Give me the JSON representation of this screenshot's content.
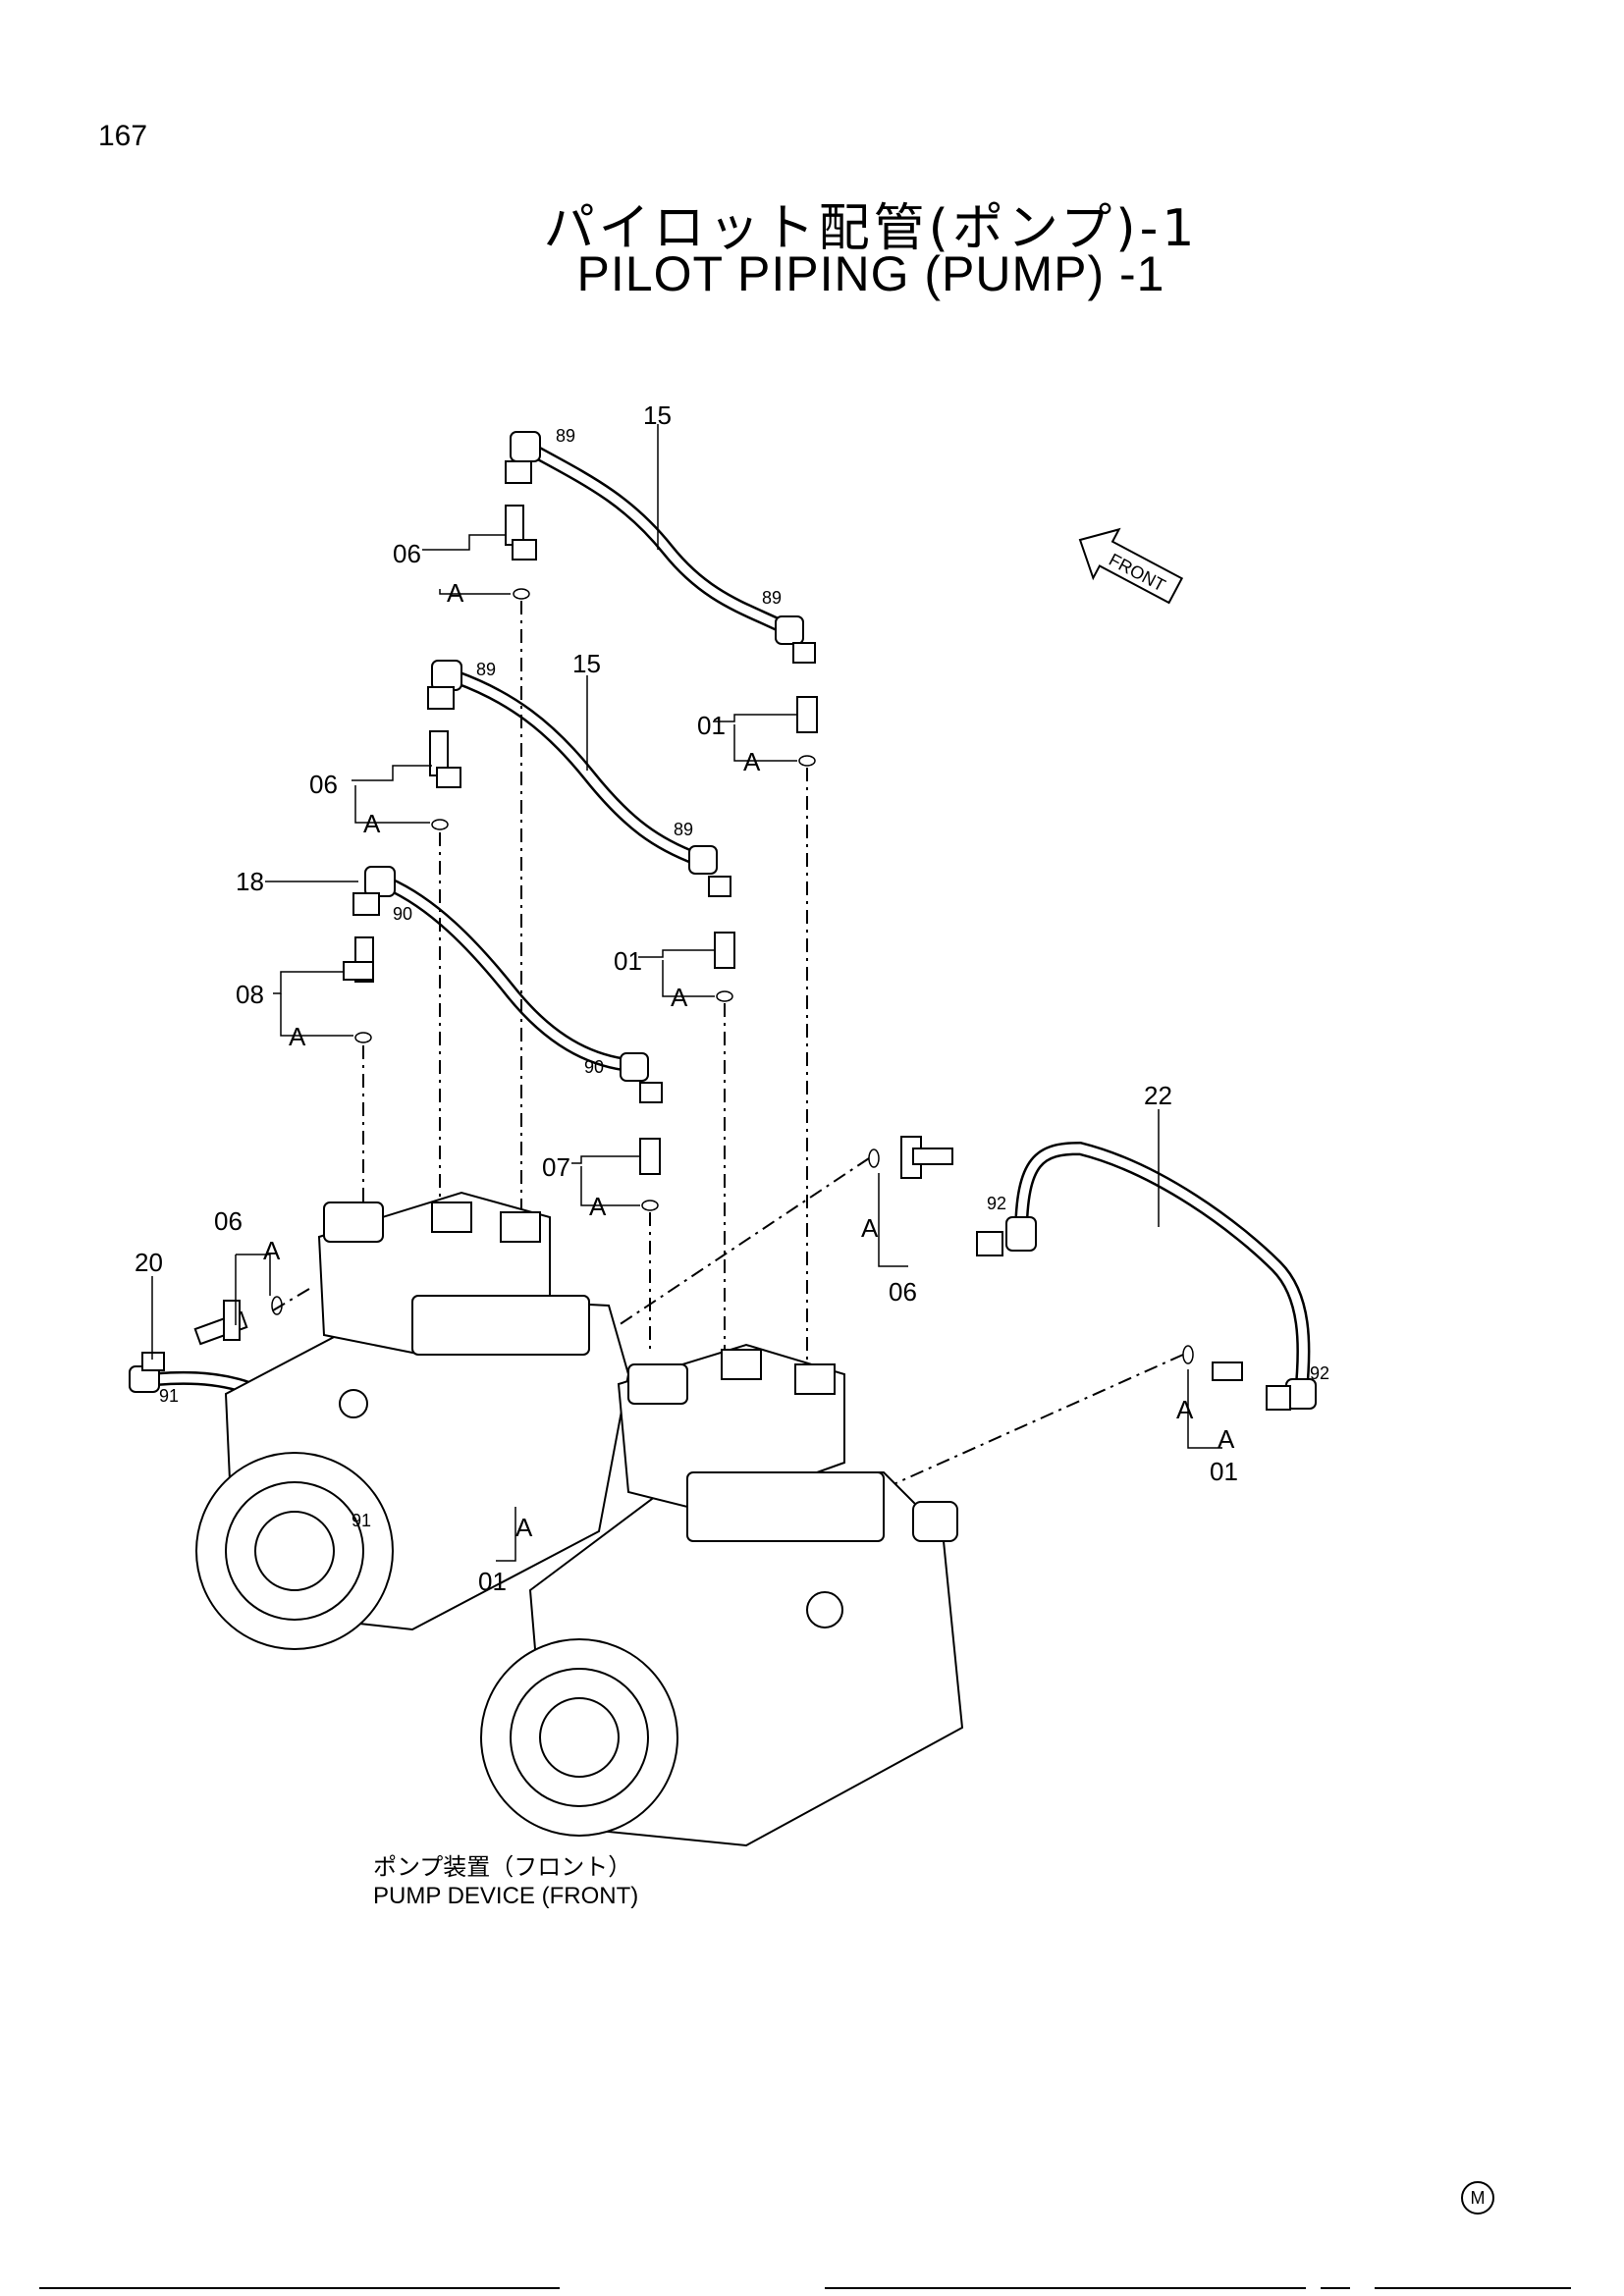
{
  "page": {
    "number": "167"
  },
  "title": {
    "jp": "パイロット配管(ポンプ)-1",
    "en": "PILOT   PIPING (PUMP) -1"
  },
  "caption": {
    "jp": "ポンプ装置（フロント）",
    "en": "PUMP  DEVICE (FRONT)"
  },
  "front_arrow": "FRONT",
  "mark": "M",
  "callouts": {
    "c15a": "15",
    "c15b": "15",
    "c22": "22",
    "c18": "18",
    "c20": "20",
    "c06a": "06",
    "c06b": "06",
    "c06c": "06",
    "c06d": "06",
    "c01a": "01",
    "c01b": "01",
    "c01c": "01",
    "c01d": "01",
    "c08": "08",
    "c07": "07",
    "a1": "A",
    "a2": "A",
    "a3": "A",
    "a4": "A",
    "a5": "A",
    "a6": "A",
    "a7": "A",
    "a8": "A",
    "a9": "A",
    "a10": "A",
    "a11": "A",
    "n89a": "89",
    "n89b": "89",
    "n89c": "89",
    "n89d": "89",
    "n90a": "90",
    "n90b": "90",
    "n91a": "91",
    "n91b": "91",
    "n92a": "92",
    "n92b": "92"
  }
}
